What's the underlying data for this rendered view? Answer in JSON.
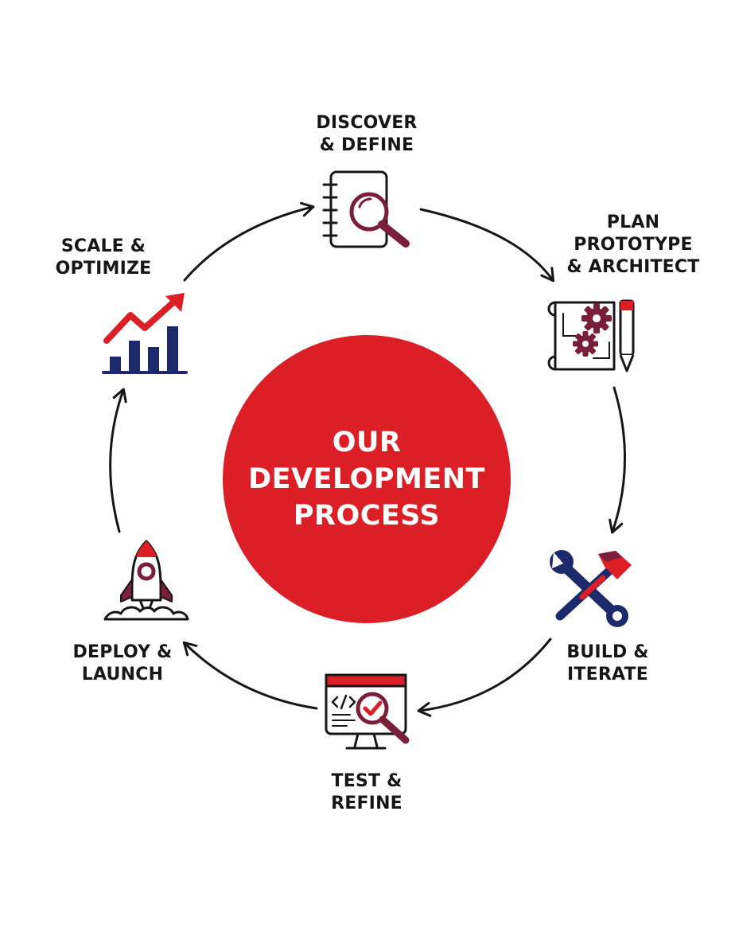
{
  "colors": {
    "accent_red": "#dc1f26",
    "navy": "#1c2a6b",
    "maroon": "#7a1f3a",
    "ink": "#161616",
    "background": "#ffffff"
  },
  "center": {
    "line1": "OUR",
    "line2": "DEVELOPMENT",
    "line3": "PROCESS"
  },
  "steps": [
    {
      "line1": "DISCOVER",
      "line2": "& DEFINE",
      "icon": "notebook-magnifier-icon"
    },
    {
      "line1": "PLAN",
      "line2": "PROTOTYPE",
      "line3": "& ARCHITECT",
      "icon": "blueprint-gears-pencil-icon"
    },
    {
      "line1": "BUILD &",
      "line2": "ITERATE",
      "icon": "wrench-hammer-icon"
    },
    {
      "line1": "TEST &",
      "line2": "REFINE",
      "icon": "monitor-code-check-icon"
    },
    {
      "line1": "DEPLOY &",
      "line2": "LAUNCH",
      "icon": "rocket-icon"
    },
    {
      "line1": "SCALE &",
      "line2": "OPTIMIZE",
      "icon": "growth-chart-icon"
    }
  ]
}
